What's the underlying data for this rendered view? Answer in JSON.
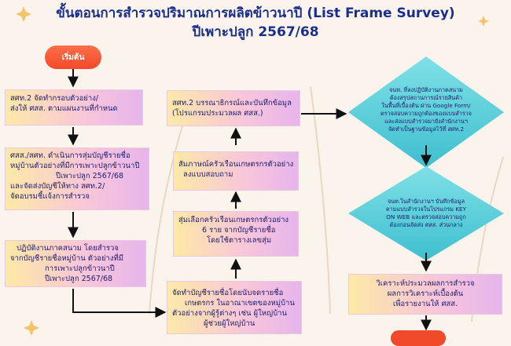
{
  "title": {
    "line1": "ขั้นตอนการสำรวจปริมาณการผลิตข้าวนาปี (List Frame Survey)",
    "line2": "ปีเพาะปลูก 2567/68"
  },
  "start": {
    "label": "เริ่มต้น"
  },
  "steps": {
    "s1": [
      "สศท.2 จัดทำกรอบตัวอย่าง/",
      "ส่งให้ ศสส. ตามแผนงานที่กำหนด"
    ],
    "s2": [
      "ศสส./สศท. ดำเนินการสุ่มบัญชีรายชื่อ",
      "หมู่บ้านตัวอย่างที่มีการเพาะปลูกข้าวนาปี",
      "ปีเพาะปลูก 2567/68",
      "และจัดส่งบัญชีให้ทาง สศท.2/",
      "จัดอบรมชี้แจ้งการสำรวจ"
    ],
    "s3": [
      "ปฏิบัติงานภาคสนาม โดยสำรวจ",
      "จากบัญชีรายชื่อหมู่บ้าน ตัวอย่างที่มี",
      "การเพาะปลูกข้าวนาปี",
      "ปีเพาะปลูก 2567/68"
    ],
    "s4": [
      "จัดทำบัญชีรายชื่อโดยนับจดรายชื่อ",
      "เกษตรกร ในอาณาเขตของหมู่บ้าน",
      "ตัวอย่างจากผู้รู้ต่างๆ เช่น ผู้ใหญ่บ้าน",
      "ผู้ช่วยผู้ใหญ่บ้าน"
    ],
    "s5": [
      "สุ่มเลือกครัวเรือนเกษตรกรตัวอย่าง",
      "6 ราย จากบัญชีรายชื่อ",
      "โดยใช้ตารางเลขสุ่ม"
    ],
    "s6": [
      "สัมภาษณ์ครัวเรือนเกษตรกรตัวอย่าง",
      "ลงแบบสอบถาม"
    ],
    "s7": [
      "สศท.2 บรรณาธิกรณ์และบันทึกข้อมูล",
      "(โปรแกรมประมวลผล ศสส.)"
    ],
    "d1": [
      "จนท. ที่ลงปฏิบัติงานภาคสนาม",
      "ต้องสรุปสถานการณ์รายสินค้า",
      "ในพื้นที่เบื้องต้น ผ่าน Google Form/",
      "ตรวจสอบความถูกต้องของแบบสำรวจ",
      "และส่งแบบสำรวจมายังสำนักงานฯ",
      "จัดทำเป็นฐานข้อมูลไว้ที่ สศท.2"
    ],
    "d2": [
      "จนท.ในสำนักงานฯ บันทึกข้อมูล",
      "ตามแบบสำรวจในโปรแกรม KEY",
      "ON WEB และตรวจสอบความถูก",
      "ต้องก่อนจัดส่ง ศสส. ส่วนกลาง"
    ],
    "s8": [
      "วิเคราะห์ประมวลผลการสำรวจ",
      "ผลการวิเคราะห์เบื้องต้น",
      "เพื่อรายงานให้ ศสส."
    ]
  },
  "colors": {
    "title": "#1b2f8a",
    "start": "#f04a2a",
    "arrow": "#111111",
    "diamond": "#5ed0d8"
  }
}
